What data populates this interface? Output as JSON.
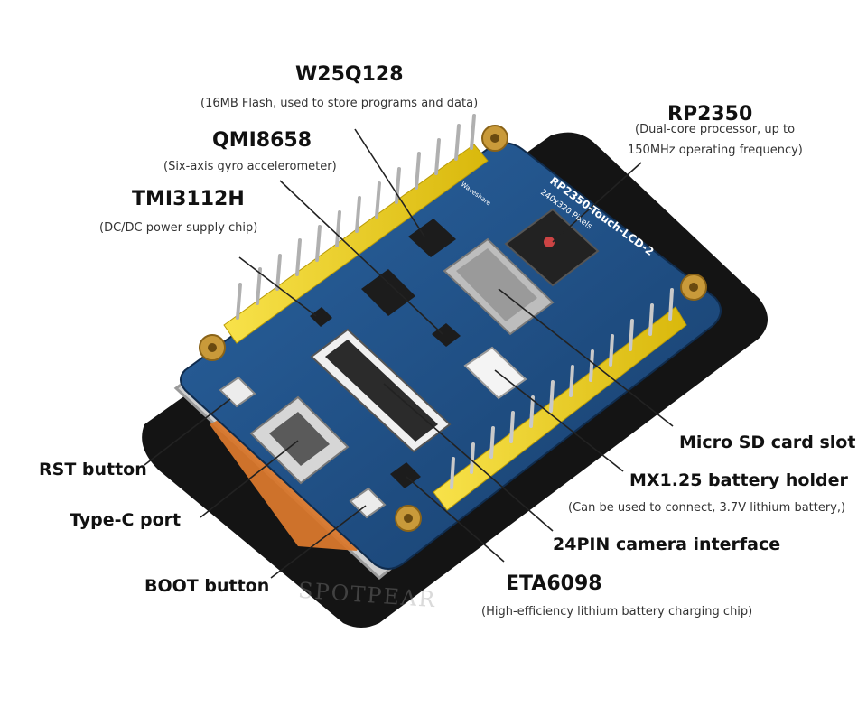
{
  "board": {
    "name": "RP2350-Touch-LCD-2",
    "resolution": "240x320 Pixels",
    "brand": "Waveshare",
    "watermark": "SPOTPEAR"
  },
  "callouts": {
    "w25q128": {
      "title": "W25Q128",
      "desc": "(16MB Flash, used to store programs and data)"
    },
    "qmi8658": {
      "title": "QMI8658",
      "desc": "(Six-axis gyro accelerometer)"
    },
    "tmi3112h": {
      "title": "TMI3112H",
      "desc": "(DC/DC power supply chip)"
    },
    "rp2350": {
      "title": "RP2350",
      "desc1": "(Dual-core processor, up to",
      "desc2": "150MHz operating frequency)"
    },
    "sd_slot": {
      "title": "Micro SD card slot"
    },
    "battery": {
      "title": "MX1.25 battery holder",
      "desc": "(Can be used to connect, 3.7V lithium battery,)"
    },
    "camera": {
      "title": "24PIN camera interface"
    },
    "eta6098": {
      "title": "ETA6098",
      "desc": "(High-efficiency lithium battery charging chip)"
    },
    "rst": {
      "title": "RST button"
    },
    "typec": {
      "title": "Type-C port"
    },
    "boot": {
      "title": "BOOT button"
    }
  },
  "colors": {
    "pcb": "#1e4f86",
    "pin": "#f2d21b",
    "acrylic": "#d8d8d8",
    "base": "#161616",
    "copper": "#e07a2c"
  }
}
